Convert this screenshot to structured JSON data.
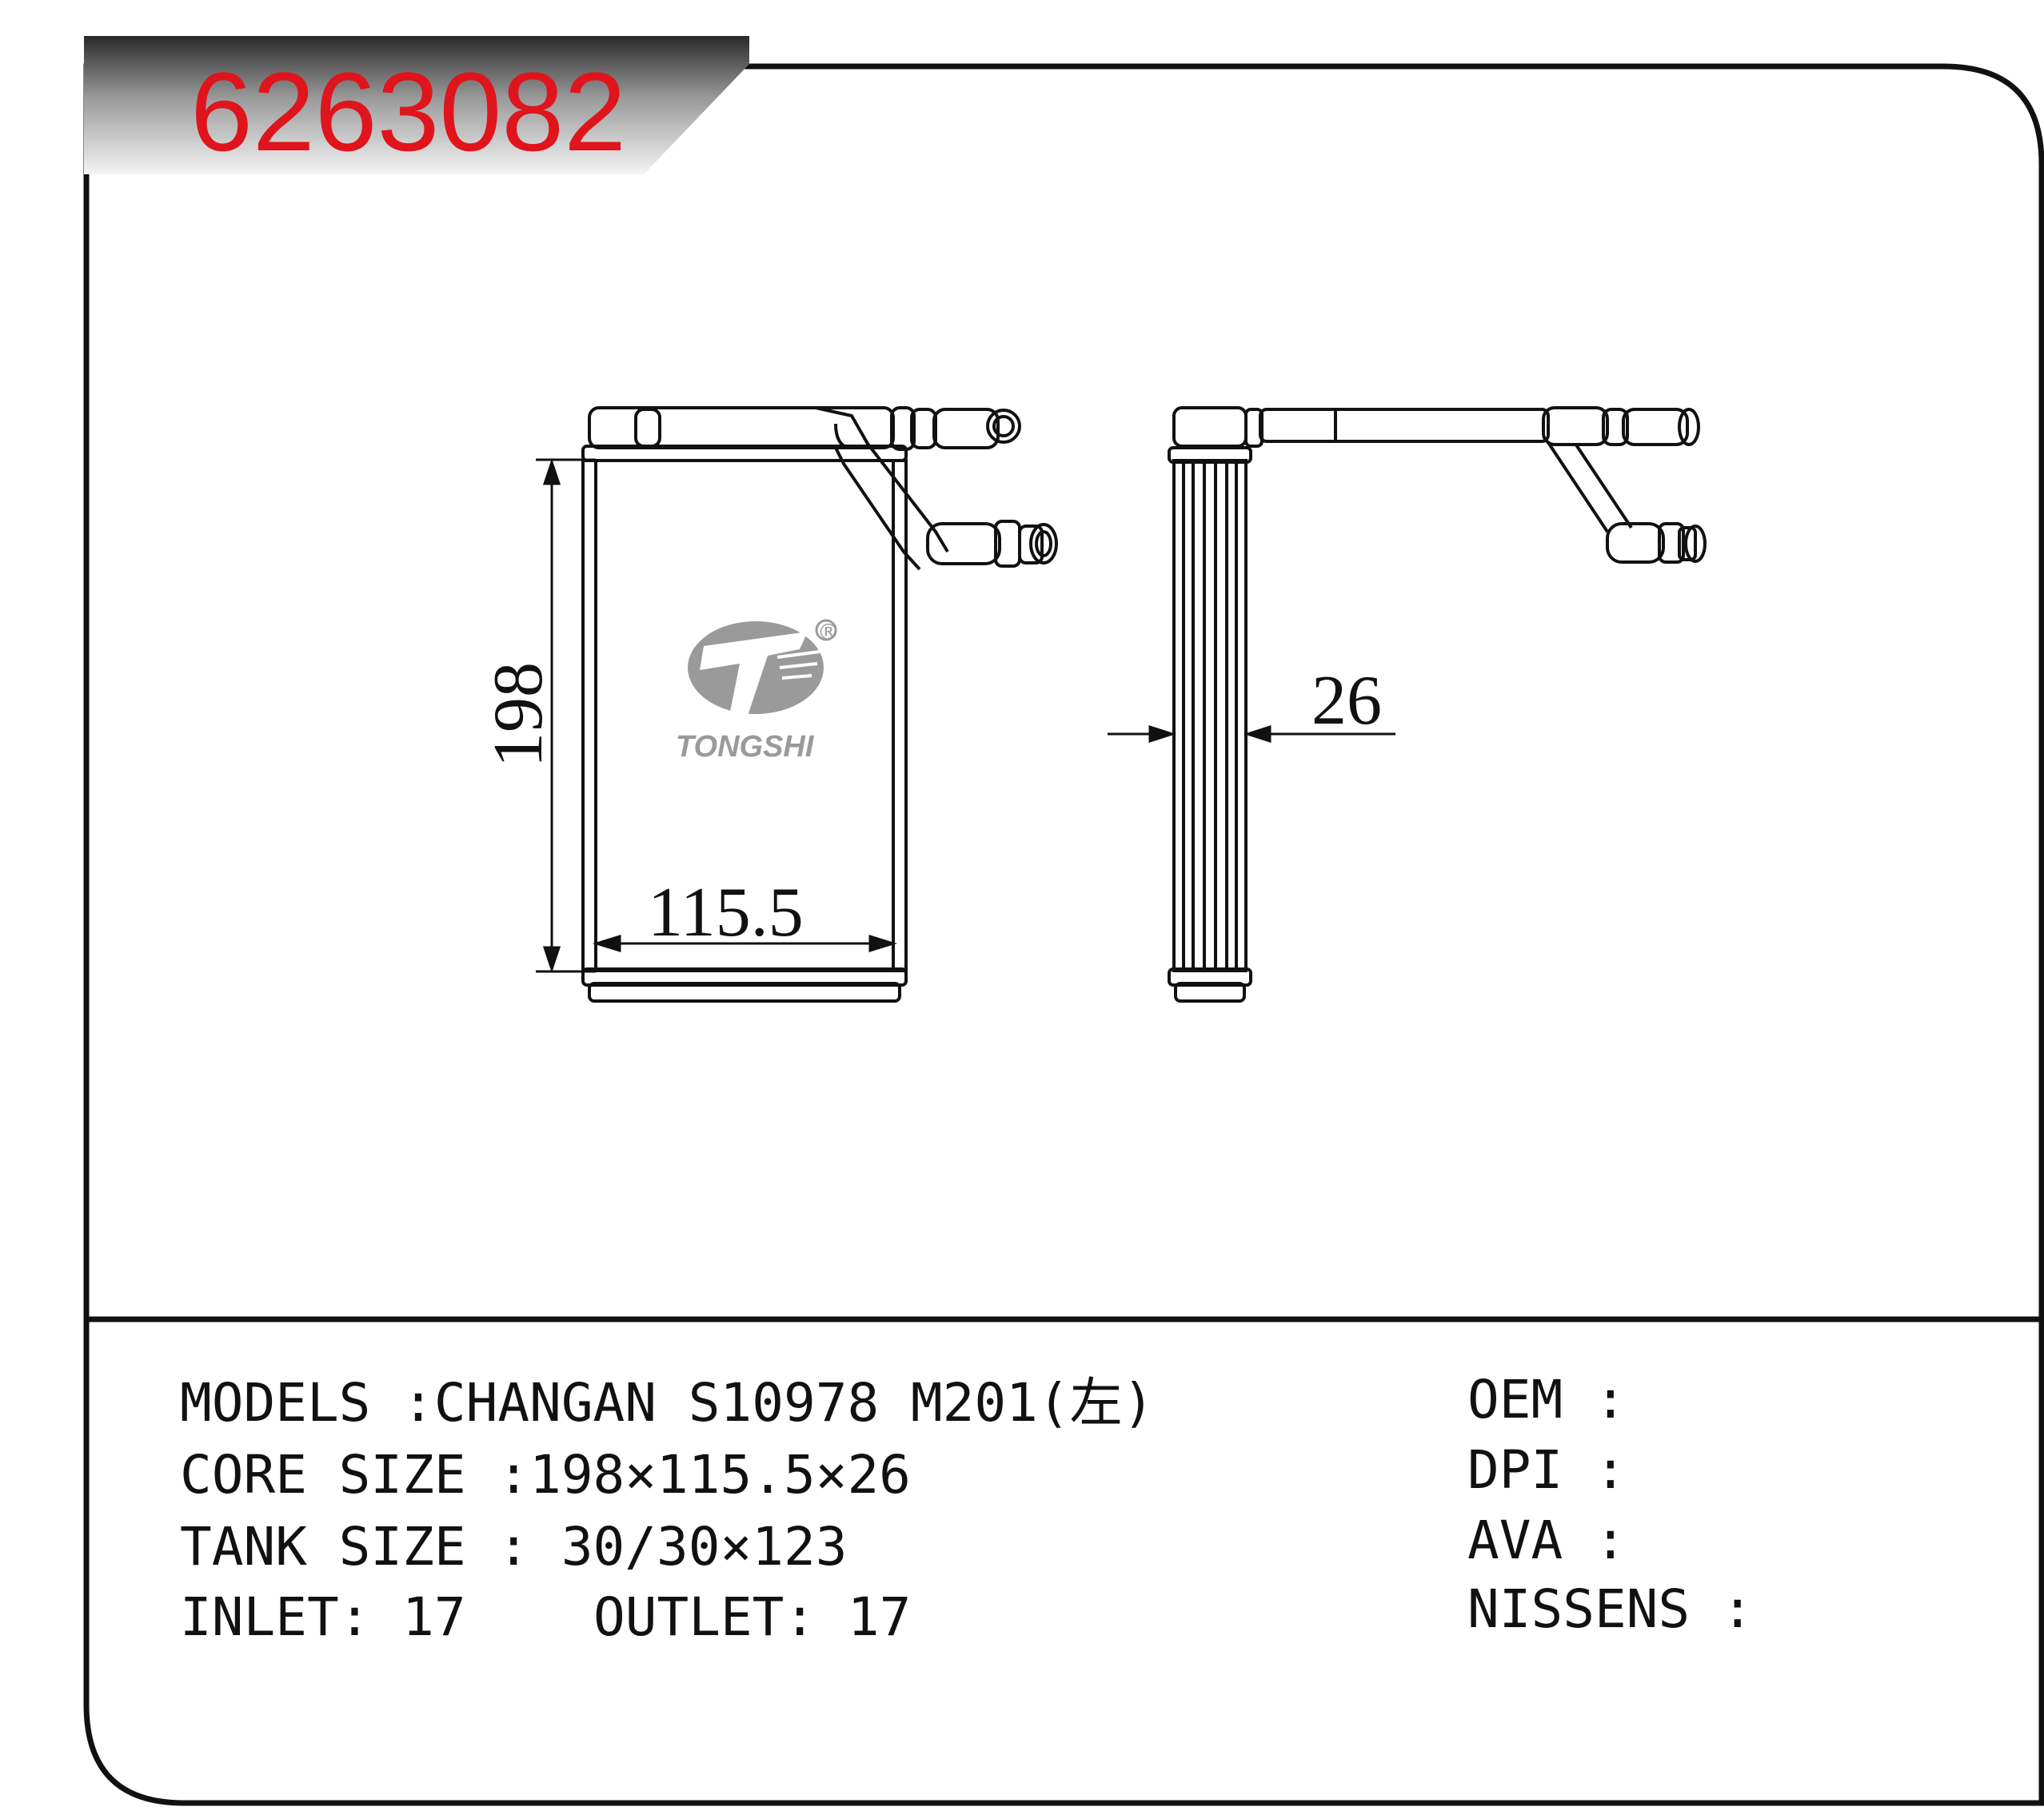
{
  "header": {
    "part_number": "6263082",
    "part_number_color": "#e0141c"
  },
  "drawing": {
    "dim_height": "198",
    "dim_width": "115.5",
    "dim_depth": "26",
    "logo": {
      "text": "TONGSHI",
      "registered_mark": "®"
    }
  },
  "specs": {
    "models": "MODELS :CHANGAN S10978 M201(左)",
    "core_size": "CORE SIZE :198×115.5×26",
    "tank_size": "TANK SIZE : 30/30×123",
    "inlet": "INLET: 17",
    "outlet": "OUTLET: 17"
  },
  "refs": {
    "oem": "OEM :",
    "dpi": "DPI :",
    "ava": "AVA :",
    "nissens": "NISSENS :"
  }
}
